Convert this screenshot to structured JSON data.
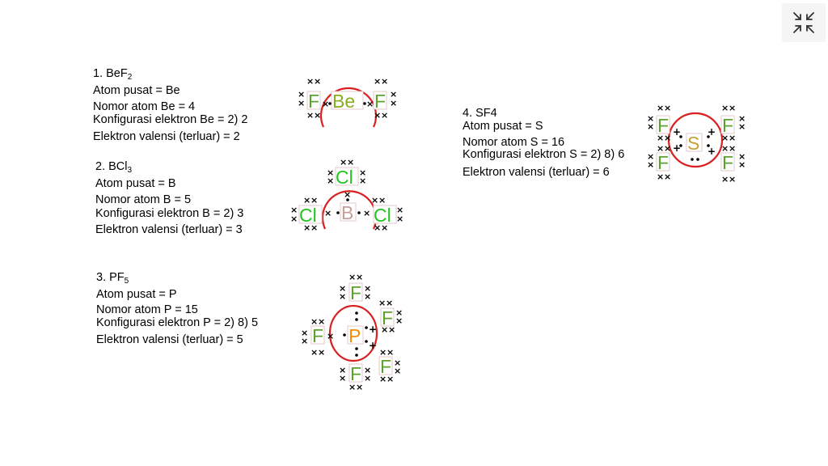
{
  "controls": {
    "exit_fullscreen_icon": "exit-fullscreen-icon"
  },
  "colors": {
    "ring": "#d92020",
    "fluorine": "#5aa22e",
    "chlorine": "#22c322",
    "beryllium": "#86ad1e",
    "boron": "#c79f98",
    "phosphorus": "#ff8c00",
    "sulfur": "#c7a034",
    "element_box": "#e3c9c9",
    "button_bg": "#f5f5f5"
  },
  "molecules": [
    {
      "number": "1. ",
      "formula_base": "BeF",
      "formula_sub": "2",
      "central_label": "Atom pusat = Be",
      "atomic_number_label": "Nomor atom Be = 4",
      "configuration_label": "Konfigurasi elektron Be = 2) 2",
      "valence_label": "Elektron valensi (terluar) = 2",
      "symbols": {
        "central": "Be",
        "ligand": "F"
      }
    },
    {
      "number": "2. ",
      "formula_base": "BCl",
      "formula_sub": "3",
      "central_label": "Atom pusat = B",
      "atomic_number_label": "Nomor atom B = 5",
      "configuration_label": "Konfigurasi elektron B = 2) 3",
      "valence_label": "Elektron valensi (terluar) = 3",
      "symbols": {
        "central": "B",
        "ligand": "Cl"
      }
    },
    {
      "number": "3. ",
      "formula_base": "PF",
      "formula_sub": "5",
      "central_label": "Atom pusat = P",
      "atomic_number_label": "Nomor atom P = 15",
      "configuration_label": "Konfigurasi elektron P = 2) 8) 5",
      "valence_label": "Elektron valensi (terluar) = 5",
      "symbols": {
        "central": "P",
        "ligand": "F"
      }
    },
    {
      "number": "4. ",
      "formula_base": "SF4",
      "formula_sub": "",
      "central_label": "Atom pusat = S",
      "atomic_number_label": "Nomor atom S = 16",
      "configuration_label": "Konfigurasi elektron S = 2) 8) 6",
      "valence_label": "Elektron valensi (terluar) = 6",
      "symbols": {
        "central": "S",
        "ligand": "F"
      }
    }
  ],
  "glyphs": {
    "nonbonding_electron": "×",
    "bonding_electron": "+"
  }
}
